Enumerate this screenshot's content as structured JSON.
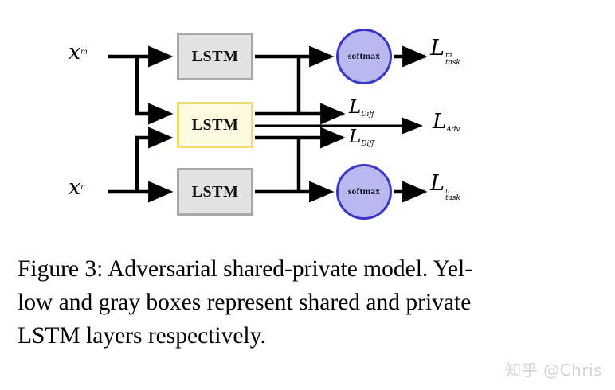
{
  "figure": {
    "diagram": {
      "inputs": [
        {
          "id": "x-m",
          "label_base": "x",
          "label_sup": "m"
        },
        {
          "id": "x-n",
          "label_base": "x",
          "label_sup": "n"
        }
      ],
      "boxes": [
        {
          "id": "lstm-private-top",
          "label": "LSTM",
          "kind": "private",
          "fill": "#e2e2e2",
          "stroke": "#a8a8a8"
        },
        {
          "id": "lstm-shared",
          "label": "LSTM",
          "kind": "shared",
          "fill": "#fffbe0",
          "stroke": "#f2dd6a"
        },
        {
          "id": "lstm-private-bottom",
          "label": "LSTM",
          "kind": "private",
          "fill": "#e2e2e2",
          "stroke": "#a8a8a8"
        }
      ],
      "circles": [
        {
          "id": "softmax-top",
          "label": "softmax",
          "fill": "#b9b9f0",
          "stroke": "#3b36c8"
        },
        {
          "id": "softmax-bottom",
          "label": "softmax",
          "fill": "#b9b9f0",
          "stroke": "#3b36c8"
        }
      ],
      "outputs": [
        {
          "id": "loss-task-m",
          "base": "L",
          "sup": "m",
          "sub": "task"
        },
        {
          "id": "loss-diff-top",
          "base": "L",
          "sub": "Diff"
        },
        {
          "id": "loss-adv",
          "base": "L",
          "sub": "Adv"
        },
        {
          "id": "loss-diff-bottom",
          "base": "L",
          "sub": "Diff"
        },
        {
          "id": "loss-task-n",
          "base": "L",
          "sup": "n",
          "sub": "task"
        }
      ],
      "edge_color": "#000000"
    },
    "caption": {
      "line1": "Figure 3: Adversarial shared-private model. Yel-",
      "line2": "low and gray boxes represent shared and private",
      "line3": "LSTM layers respectively."
    },
    "watermark": "知乎 @Chris"
  }
}
